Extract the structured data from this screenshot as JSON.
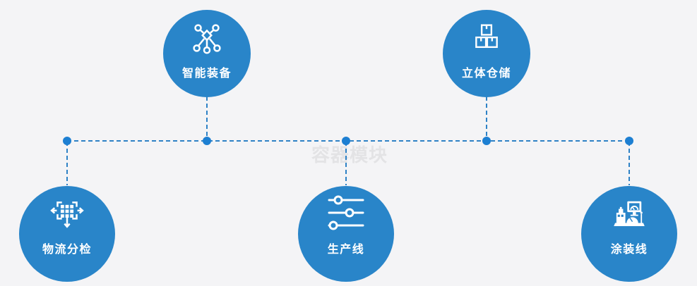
{
  "colors": {
    "background": "#f4f4f6",
    "node_fill": "#2985c9",
    "connector": "#2e82c6",
    "connector_dot": "#1d7fd2",
    "label_text": "#ffffff",
    "watermark_text": "#e3e3e5"
  },
  "watermark": {
    "text": "容器模块"
  },
  "diagram": {
    "nodes": [
      {
        "label": "智能装备",
        "icon": "network-nodes-icon",
        "position": "top"
      },
      {
        "label": "立体仓储",
        "icon": "stacked-boxes-icon",
        "position": "top"
      },
      {
        "label": "物流分检",
        "icon": "sort-distribute-icon",
        "position": "bottom"
      },
      {
        "label": "生产线",
        "icon": "sliders-icon",
        "position": "bottom"
      },
      {
        "label": "涂装线",
        "icon": "control-station-icon",
        "position": "bottom"
      }
    ]
  }
}
